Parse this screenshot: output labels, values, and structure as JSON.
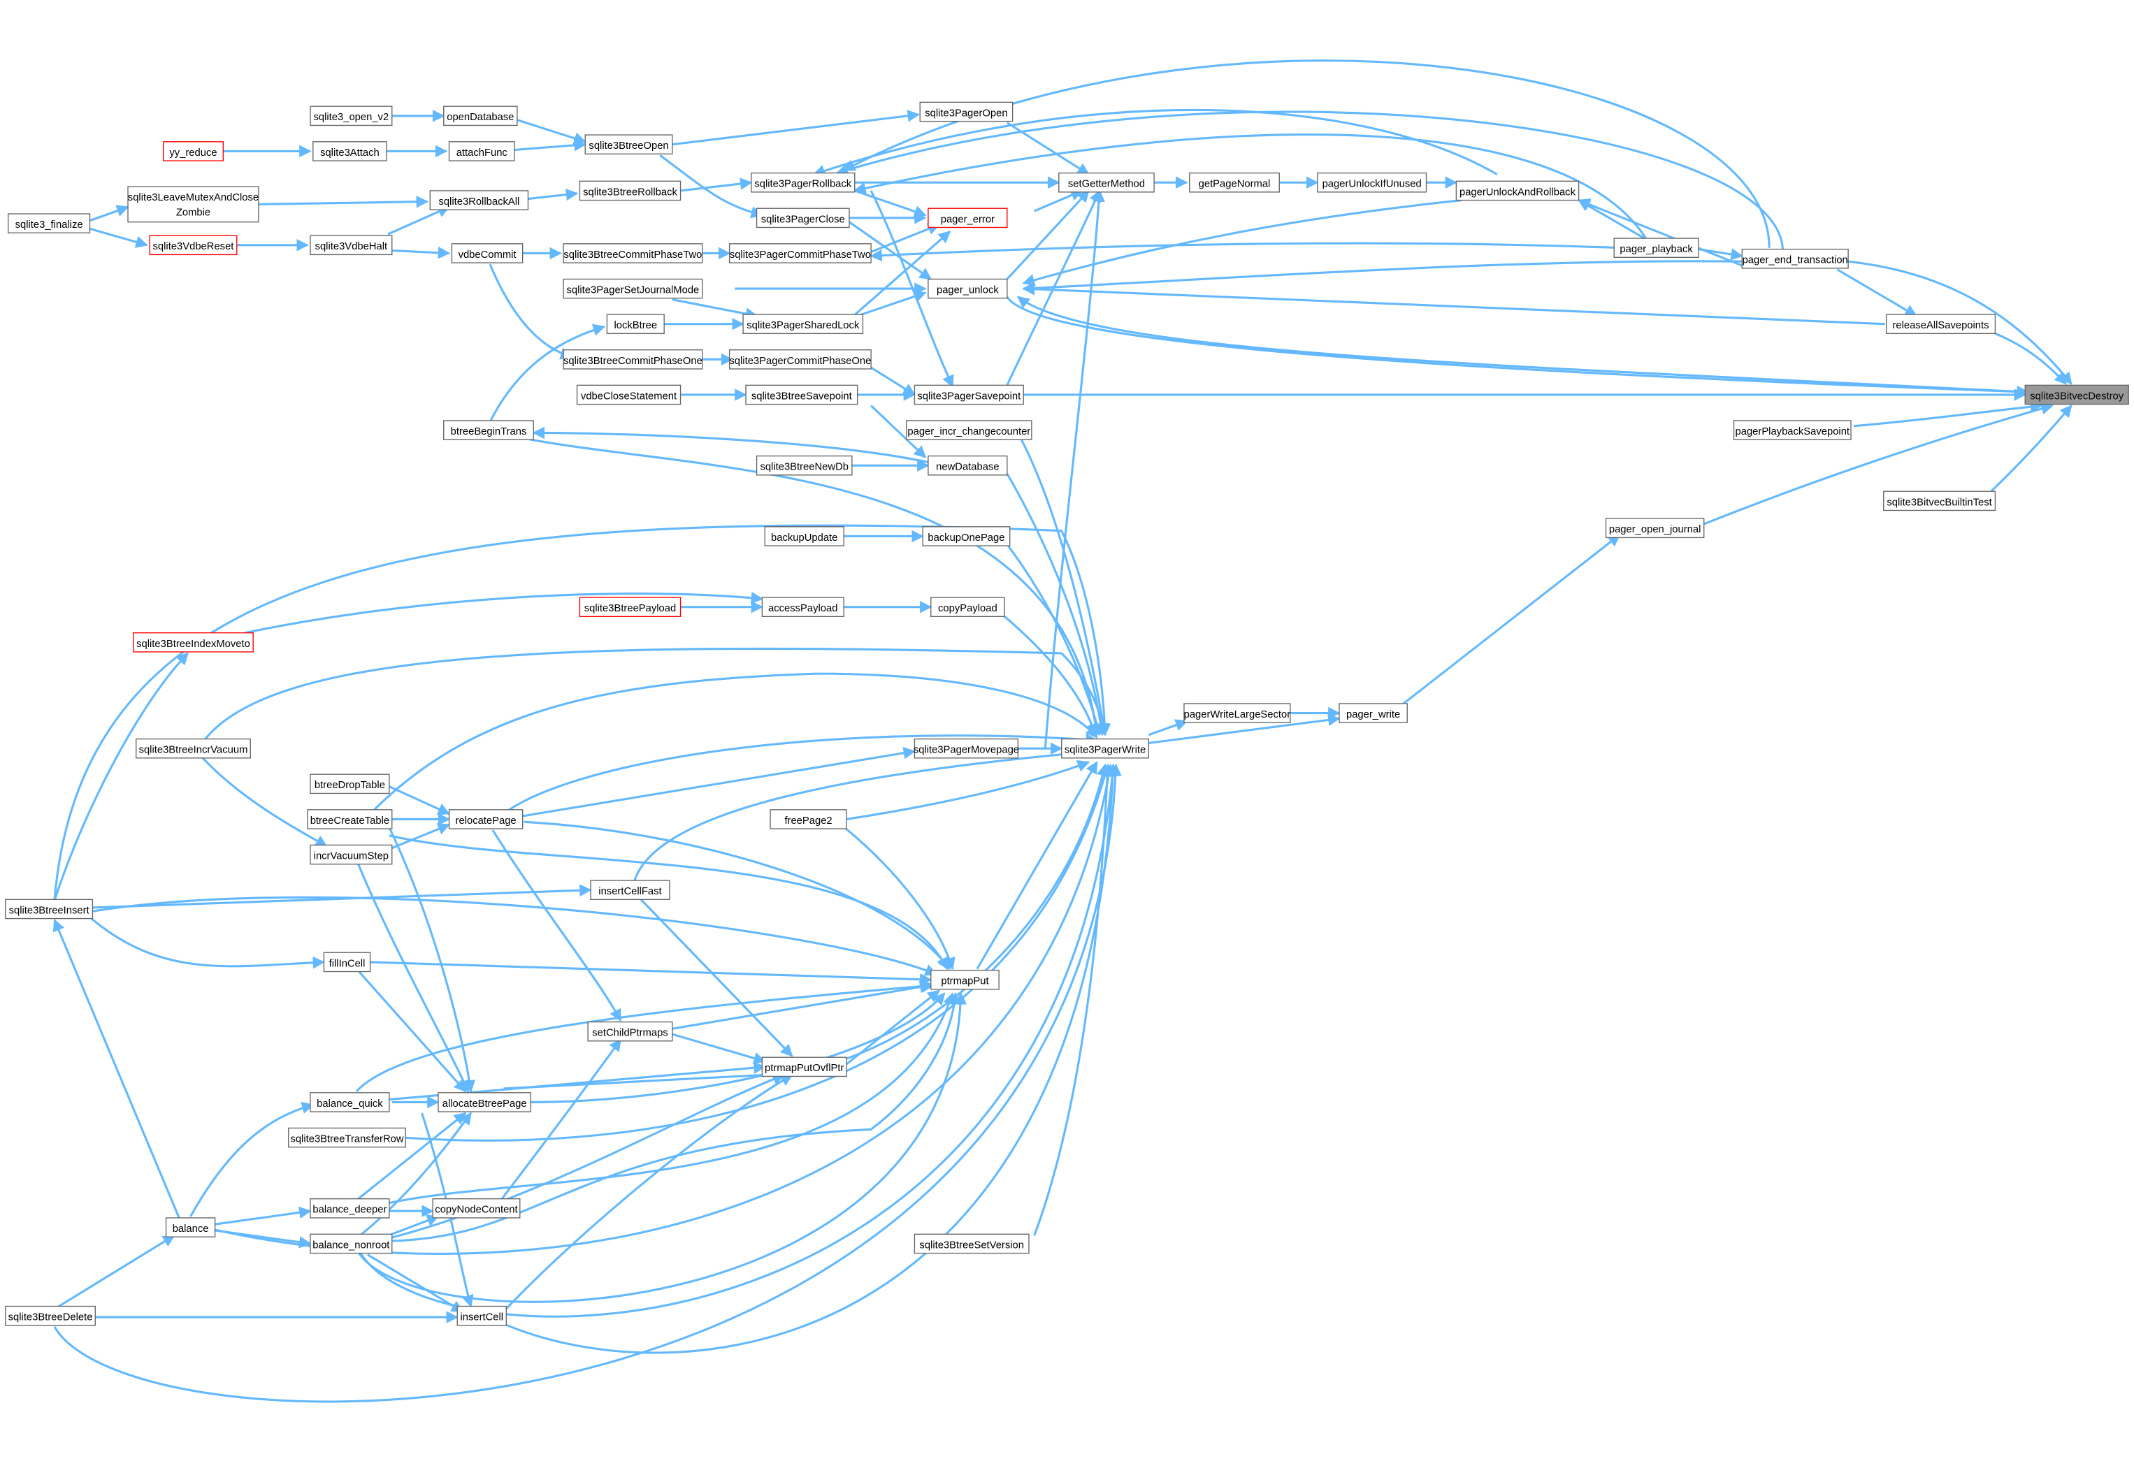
{
  "graph": {
    "target": "sqlite3BitvecDestroy",
    "colors": {
      "edge": "#63b8ff",
      "node_border": "#666666",
      "highlight_border": "#ff0000",
      "target_fill": "#999999"
    },
    "nodes": {
      "sqlite3BitvecDestroy": "sqlite3BitvecDestroy",
      "sqlite3BitvecBuiltinTest": "sqlite3BitvecBuiltinTest",
      "pager_end_transaction": "pager_end_transaction",
      "releaseAllSavepoints": "releaseAllSavepoints",
      "pagerPlaybackSavepoint": "pagerPlaybackSavepoint",
      "pager_open_journal": "pager_open_journal",
      "pager_playback": "pager_playback",
      "pagerUnlockAndRollback": "pagerUnlockAndRollback",
      "pagerUnlockIfUnused": "pagerUnlockIfUnused",
      "getPageNormal": "getPageNormal",
      "setGetterMethod": "setGetterMethod",
      "pager_error": "pager_error",
      "pager_unlock": "pager_unlock",
      "sqlite3PagerOpen": "sqlite3PagerOpen",
      "sqlite3PagerRollback": "sqlite3PagerRollback",
      "sqlite3PagerClose": "sqlite3PagerClose",
      "sqlite3PagerCommitPhaseTwo": "sqlite3PagerCommitPhaseTwo",
      "sqlite3PagerSharedLock": "sqlite3PagerSharedLock",
      "sqlite3PagerSetJournalMode": "sqlite3PagerSetJournalMode",
      "sqlite3PagerCommitPhaseOne": "sqlite3PagerCommitPhaseOne",
      "sqlite3PagerSavepoint": "sqlite3PagerSavepoint",
      "pager_incr_changecounter": "pager_incr_changecounter",
      "sqlite3BtreeSavepoint": "sqlite3BtreeSavepoint",
      "newDatabase": "newDatabase",
      "sqlite3BtreeNewDb": "sqlite3BtreeNewDb",
      "backupOnePage": "backupOnePage",
      "backupUpdate": "backupUpdate",
      "copyPayload": "copyPayload",
      "accessPayload": "accessPayload",
      "sqlite3BtreePayload": "sqlite3BtreePayload",
      "pager_write": "pager_write",
      "pagerWriteLargeSector": "pagerWriteLargeSector",
      "sqlite3PagerWrite": "sqlite3PagerWrite",
      "sqlite3PagerMovepage": "sqlite3PagerMovepage",
      "freePage2": "freePage2",
      "ptrmapPut": "ptrmapPut",
      "ptrmapPutOvflPtr": "ptrmapPutOvflPtr",
      "sqlite3BtreeSetVersion": "sqlite3BtreeSetVersion",
      "sqlite3BtreeOpen": "sqlite3BtreeOpen",
      "openDatabase": "openDatabase",
      "sqlite3_open_v2": "sqlite3_open_v2",
      "attachFunc": "attachFunc",
      "sqlite3Attach": "sqlite3Attach",
      "yy_reduce": "yy_reduce",
      "sqlite3BtreeRollback": "sqlite3BtreeRollback",
      "sqlite3RollbackAll": "sqlite3RollbackAll",
      "sqlite3LeaveMutexAndCloseZombie_1": "sqlite3LeaveMutexAndClose",
      "sqlite3LeaveMutexAndCloseZombie_2": "Zombie",
      "sqlite3_finalize": "sqlite3_finalize",
      "sqlite3VdbeReset": "sqlite3VdbeReset",
      "sqlite3VdbeHalt": "sqlite3VdbeHalt",
      "vdbeCommit": "vdbeCommit",
      "sqlite3BtreeCommitPhaseTwo": "sqlite3BtreeCommitPhaseTwo",
      "sqlite3BtreeCommitPhaseOne": "sqlite3BtreeCommitPhaseOne",
      "lockBtree": "lockBtree",
      "btreeBeginTrans": "btreeBeginTrans",
      "vdbeCloseStatement": "vdbeCloseStatement",
      "sqlite3BtreeIndexMoveto": "sqlite3BtreeIndexMoveto",
      "sqlite3BtreeIncrVacuum": "sqlite3BtreeIncrVacuum",
      "btreeDropTable": "btreeDropTable",
      "btreeCreateTable": "btreeCreateTable",
      "relocatePage": "relocatePage",
      "incrVacuumStep": "incrVacuumStep",
      "sqlite3BtreeInsert": "sqlite3BtreeInsert",
      "insertCellFast": "insertCellFast",
      "fillInCell": "fillInCell",
      "setChildPtrmaps": "setChildPtrmaps",
      "balance_quick": "balance_quick",
      "allocateBtreePage": "allocateBtreePage",
      "sqlite3BtreeTransferRow": "sqlite3BtreeTransferRow",
      "balance_deeper": "balance_deeper",
      "copyNodeContent": "copyNodeContent",
      "balance": "balance",
      "balance_nonroot": "balance_nonroot",
      "sqlite3BtreeDelete": "sqlite3BtreeDelete",
      "insertCell": "insertCell"
    }
  }
}
